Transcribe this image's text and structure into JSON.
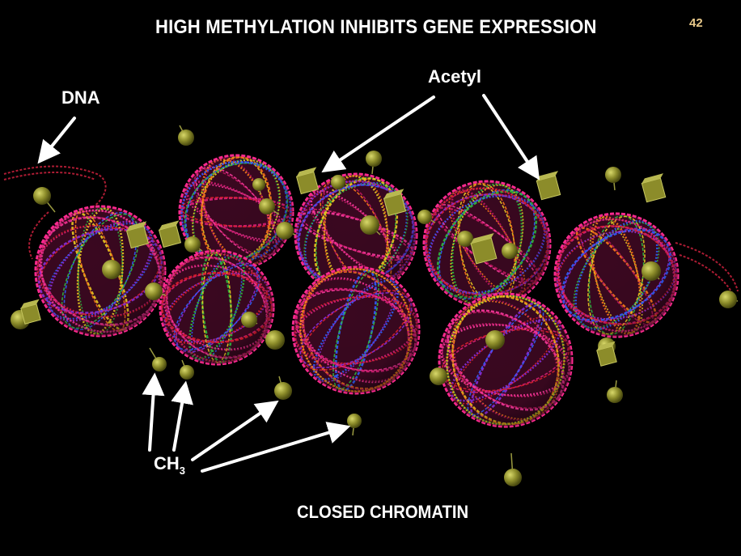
{
  "title": "HIGH METHYLATION INHIBITS GENE EXPRESSION",
  "slide_number": "42",
  "labels": {
    "dna": "DNA",
    "acetyl": "Acetyl",
    "ch3_main": "CH",
    "ch3_sub": "3"
  },
  "caption": "CLOSED CHROMATIN",
  "colors": {
    "background": "#000000",
    "text": "#ffffff",
    "slide_number": "#e8c98a",
    "marker": "#8c8c2a",
    "dna_strand": "#c0203a",
    "nucleosome_primary": "#e0207a"
  },
  "icons": [
    "nucleosome-sphere",
    "methyl-ball",
    "acetyl-cube",
    "arrow"
  ]
}
